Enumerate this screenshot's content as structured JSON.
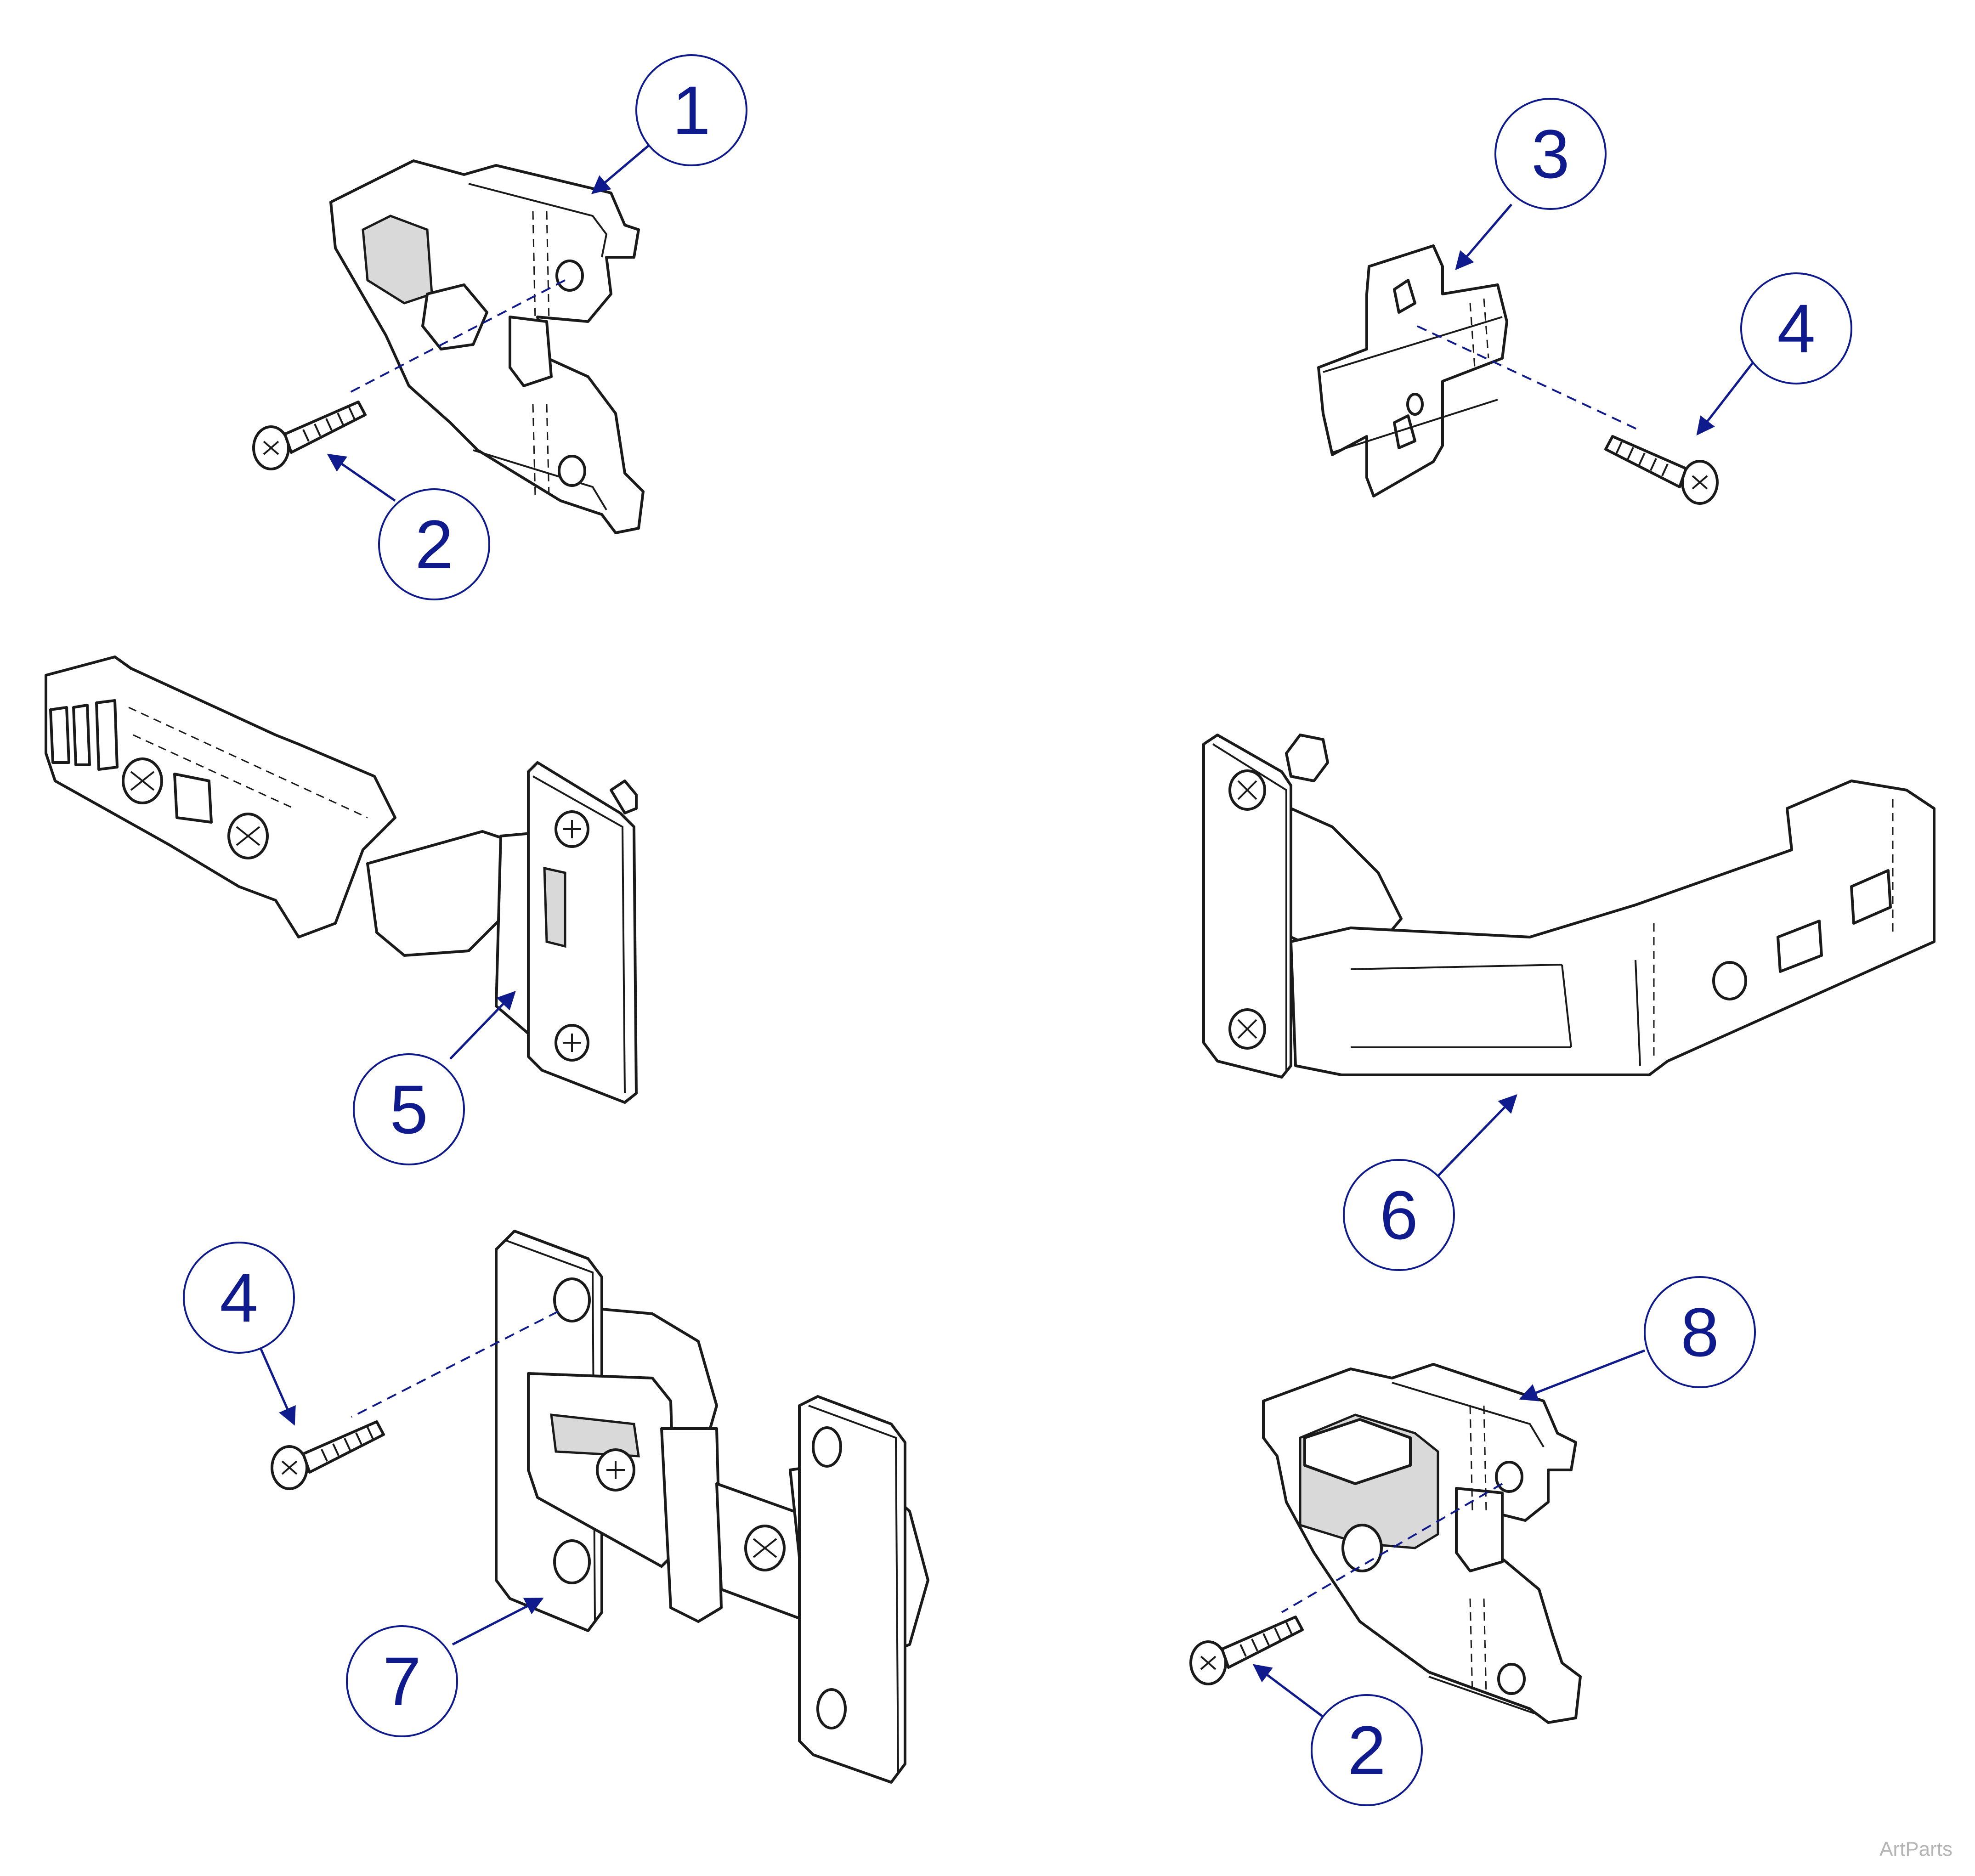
{
  "colors": {
    "callout": "#0f1a8c",
    "linework": "#1a1a1a",
    "watermark": "#b5b5b5",
    "background": "#ffffff"
  },
  "callouts": [
    {
      "id": "c1",
      "label": "1"
    },
    {
      "id": "c2a",
      "label": "2"
    },
    {
      "id": "c3",
      "label": "3"
    },
    {
      "id": "c4a",
      "label": "4"
    },
    {
      "id": "c5",
      "label": "5"
    },
    {
      "id": "c6",
      "label": "6"
    },
    {
      "id": "c4b",
      "label": "4"
    },
    {
      "id": "c7",
      "label": "7"
    },
    {
      "id": "c8",
      "label": "8"
    },
    {
      "id": "c2b",
      "label": "2"
    }
  ],
  "parts": [
    {
      "item": "1",
      "kind": "mounting plate"
    },
    {
      "item": "2",
      "kind": "screw"
    },
    {
      "item": "3",
      "kind": "mounting plate"
    },
    {
      "item": "4",
      "kind": "screw"
    },
    {
      "item": "5",
      "kind": "concealed hinge"
    },
    {
      "item": "6",
      "kind": "concealed hinge"
    },
    {
      "item": "7",
      "kind": "hinge"
    },
    {
      "item": "8",
      "kind": "mounting plate"
    }
  ],
  "watermark": "ArtParts"
}
